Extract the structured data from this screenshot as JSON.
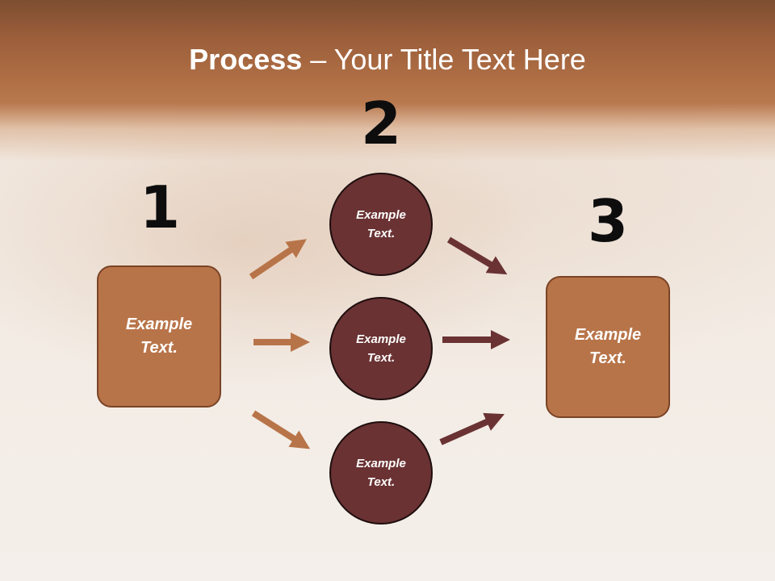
{
  "title": {
    "bold": "Process",
    "dash": " – ",
    "rest": "Your Title Text Here"
  },
  "numbers": [
    "1",
    "2",
    "3"
  ],
  "left_box": {
    "line1": "Example",
    "line2": "Text."
  },
  "circles": [
    {
      "line1": "Example",
      "line2": "Text."
    },
    {
      "line1": "Example",
      "line2": "Text."
    },
    {
      "line1": "Example",
      "line2": "Text."
    }
  ],
  "right_box": {
    "line1": "Example",
    "line2": "Text."
  },
  "colors": {
    "header": "#a8683f",
    "box_fill": "#b87449",
    "circle_fill": "#6a3233",
    "arrow_light": "#b87449",
    "arrow_dark": "#6a3233"
  }
}
